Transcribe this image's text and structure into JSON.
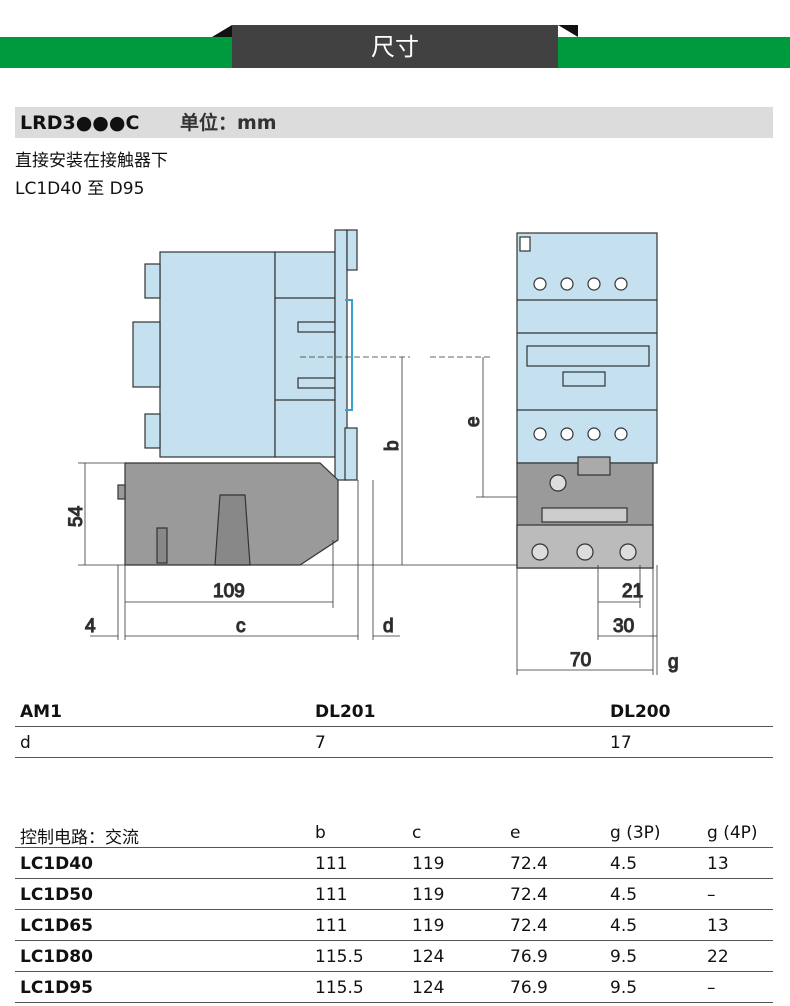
{
  "header": {
    "title": "尺寸"
  },
  "product": {
    "model": "LRD3●●●C",
    "unit": "单位：mm",
    "mounting": "直接安装在接触器下",
    "range": "LC1D40 至 D95"
  },
  "diagram": {
    "dim_54": "54",
    "dim_109": "109",
    "dim_4": "4",
    "dim_c": "c",
    "dim_d": "d",
    "dim_b": "b",
    "dim_e": "e",
    "dim_21": "21",
    "dim_30": "30",
    "dim_70": "70",
    "dim_g": "g"
  },
  "table1": {
    "headers": [
      "AM1",
      "DL201",
      "DL200"
    ],
    "row": [
      "d",
      "7",
      "17"
    ]
  },
  "table2": {
    "headers": [
      "控制电路：交流",
      "b",
      "c",
      "e",
      "g (3P)",
      "g (4P)"
    ],
    "rows": [
      [
        "LC1D40",
        "111",
        "119",
        "72.4",
        "4.5",
        "13"
      ],
      [
        "LC1D50",
        "111",
        "119",
        "72.4",
        "4.5",
        "–"
      ],
      [
        "LC1D65",
        "111",
        "119",
        "72.4",
        "4.5",
        "13"
      ],
      [
        "LC1D80",
        "115.5",
        "124",
        "76.9",
        "9.5",
        "22"
      ],
      [
        "LC1D95",
        "115.5",
        "124",
        "76.9",
        "9.5",
        "–"
      ]
    ]
  },
  "colors": {
    "green": "#009a3e",
    "tab": "#414141",
    "body": "#c5e0ee",
    "relay": "#9a9a9a"
  }
}
